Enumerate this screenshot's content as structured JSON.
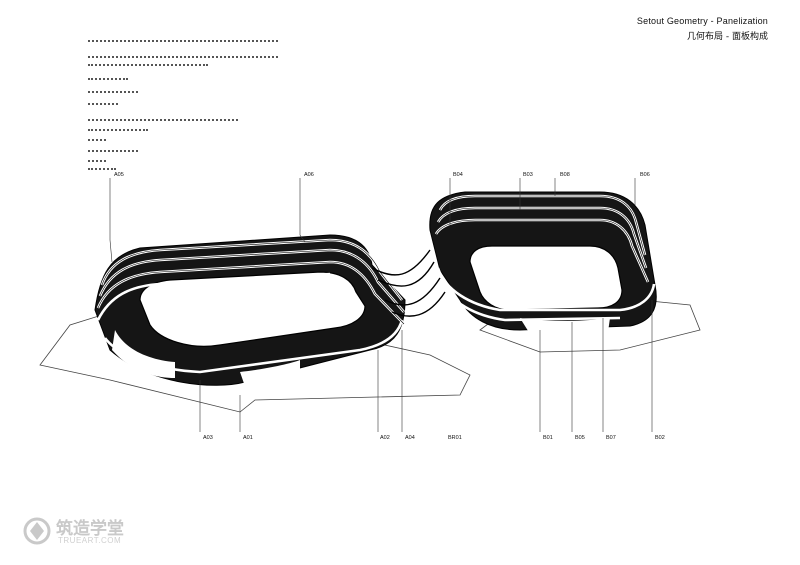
{
  "title": {
    "en": "Setout Geometry - Panelization",
    "zh": "几何布局 - 面板构成"
  },
  "notes": [],
  "labels": {
    "top": [
      "A05",
      "A06",
      "B04",
      "B03",
      "B08",
      "B06"
    ],
    "bottom": [
      "A03",
      "A01",
      "A02",
      "A04",
      "BR01",
      "B01",
      "B05",
      "B07",
      "B02"
    ]
  },
  "watermark": {
    "zh": "筑造学堂",
    "en": "TRUEART.COM"
  }
}
